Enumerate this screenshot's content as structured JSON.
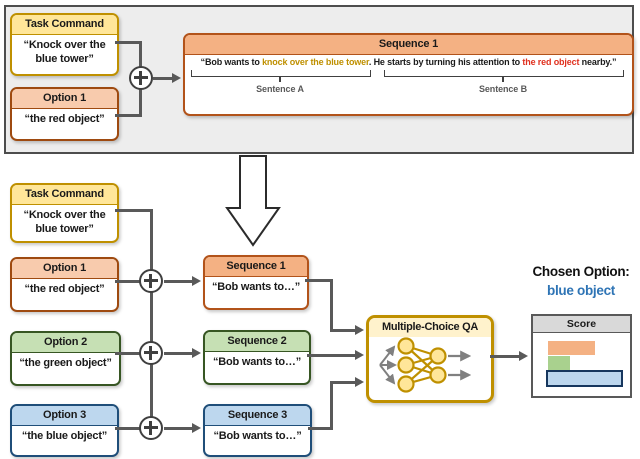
{
  "colors": {
    "gold_border": "#BF9000",
    "gold_header": "#FFE699",
    "mcqa_header": "#FFF2CC",
    "orange_border": "#9E4A10",
    "orange_header_light": "#F8CBAD",
    "orange_header_deep": "#F4B183",
    "green_border": "#375623",
    "green_header": "#C6E0B4",
    "green_bar": "#A9D18E",
    "blue_border": "#1F4E79",
    "blue_header": "#BDD7EE",
    "blue_text": "#2E74B5",
    "task_span_text": "#BF9000",
    "option_span_text": "#E0301E",
    "connector_gray": "#595959",
    "panel_bg": "#EDEDED",
    "score_header": "#D9D9D9"
  },
  "top_panel": {
    "task_command": {
      "title": "Task Command",
      "body": "“Knock over the blue tower”"
    },
    "option1": {
      "title": "Option 1",
      "body": "“the red object”"
    },
    "sequence1": {
      "title": "Sequence 1",
      "text_prefix": "“Bob wants to ",
      "text_task": "knock over the blue tower",
      "text_mid": ". He starts by turning his attention to ",
      "text_option": "the red object",
      "text_suffix": " nearby.”",
      "sentence_a_label": "Sentence A",
      "sentence_b_label": "Sentence B"
    }
  },
  "bottom": {
    "task_command": {
      "title": "Task Command",
      "body": "“Knock over the blue tower”"
    },
    "options": [
      {
        "title": "Option 1",
        "body": "“the red object”"
      },
      {
        "title": "Option 2",
        "body": "“the green object”"
      },
      {
        "title": "Option 3",
        "body": "“the blue object”"
      }
    ],
    "sequences": [
      {
        "title": "Sequence 1",
        "body": "“Bob wants to…”"
      },
      {
        "title": "Sequence 2",
        "body": "“Bob wants to…”"
      },
      {
        "title": "Sequence 3",
        "body": "“Bob wants to…”"
      }
    ],
    "mcqa": {
      "title": "Multiple-Choice QA"
    },
    "chosen": {
      "label": "Chosen Option:",
      "value": "blue object"
    },
    "score": {
      "title": "Score",
      "bars": [
        {
          "name": "option-1-red",
          "width": 47,
          "color": "#F4B183"
        },
        {
          "name": "option-2-green",
          "width": 22,
          "color": "#A9D18E"
        },
        {
          "name": "option-3-blue",
          "width": 73,
          "color": "#BDD7EE"
        }
      ]
    }
  }
}
